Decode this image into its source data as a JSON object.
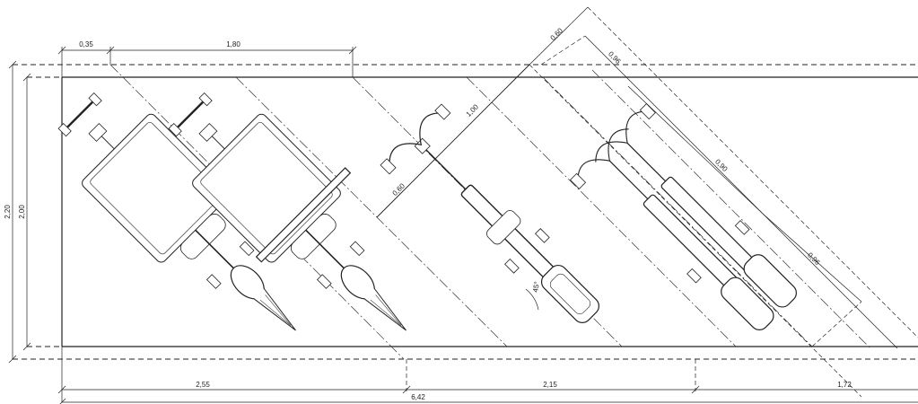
{
  "drawing": {
    "dimensions": {
      "top_left": "0,35",
      "top_mid": "1,80",
      "diag_060_top": "0,60",
      "diag_096_top": "0,96",
      "diag_100": "1,00",
      "diag_060_left": "0,60",
      "diag_090": "0,90",
      "diag_096_right": "0,96",
      "angle": "45°",
      "height_outer": "2,20",
      "height_inner": "2,00",
      "bottom_1": "2,55",
      "bottom_2": "2,15",
      "bottom_3": "1,72",
      "total": "6,42"
    }
  }
}
